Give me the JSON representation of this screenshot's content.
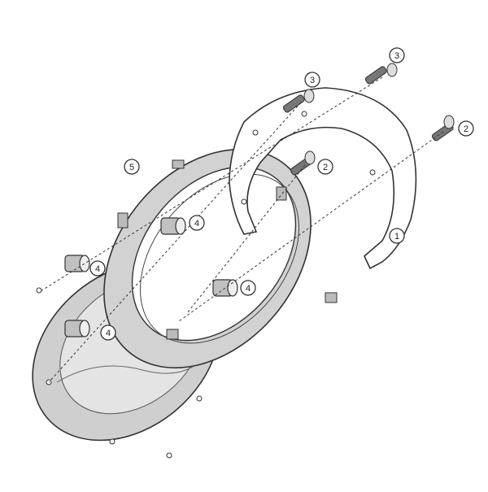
{
  "diagram": {
    "callouts": [
      {
        "id": "c1",
        "number": "1"
      },
      {
        "id": "c2a",
        "number": "2"
      },
      {
        "id": "c2b",
        "number": "2"
      },
      {
        "id": "c3a",
        "number": "3"
      },
      {
        "id": "c3b",
        "number": "3"
      },
      {
        "id": "c4a",
        "number": "4"
      },
      {
        "id": "c4b",
        "number": "4"
      },
      {
        "id": "c4c",
        "number": "4"
      },
      {
        "id": "c4d",
        "number": "4"
      },
      {
        "id": "c5",
        "number": "5"
      }
    ],
    "colors": {
      "stroke": "#333333",
      "part_fill_gray": "#c8c8c8",
      "part_fill_light": "#e6e6e6",
      "plate_fill": "#ffffff",
      "callout_fill": "#ffffff"
    }
  }
}
